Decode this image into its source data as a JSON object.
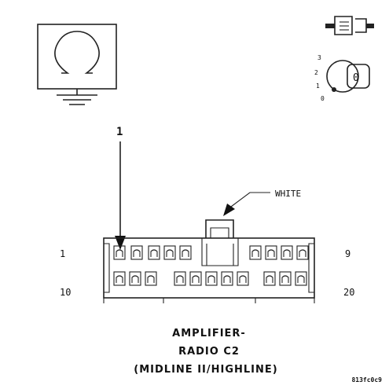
{
  "callout_number": "1",
  "wire_color_label": "WHITE",
  "pin_labels": {
    "top_left": "1",
    "top_right": "9",
    "bottom_left": "10",
    "bottom_right": "20"
  },
  "ignition_positions": [
    "3",
    "2",
    "1",
    "0"
  ],
  "caption": {
    "line1": "AMPLIFIER-",
    "line2": "RADIO C2",
    "line3": "(MIDLINE II/HIGHLINE)"
  },
  "reference_code": "813fc0c9",
  "icons": {
    "ohmmeter": "ohm-symbol-icon",
    "ground": "ground-symbol-icon",
    "disconnect": "connector-disconnect-icon",
    "ignition": "ignition-key-icon"
  },
  "colors": {
    "ink": "#222222",
    "background": "#ffffff"
  }
}
